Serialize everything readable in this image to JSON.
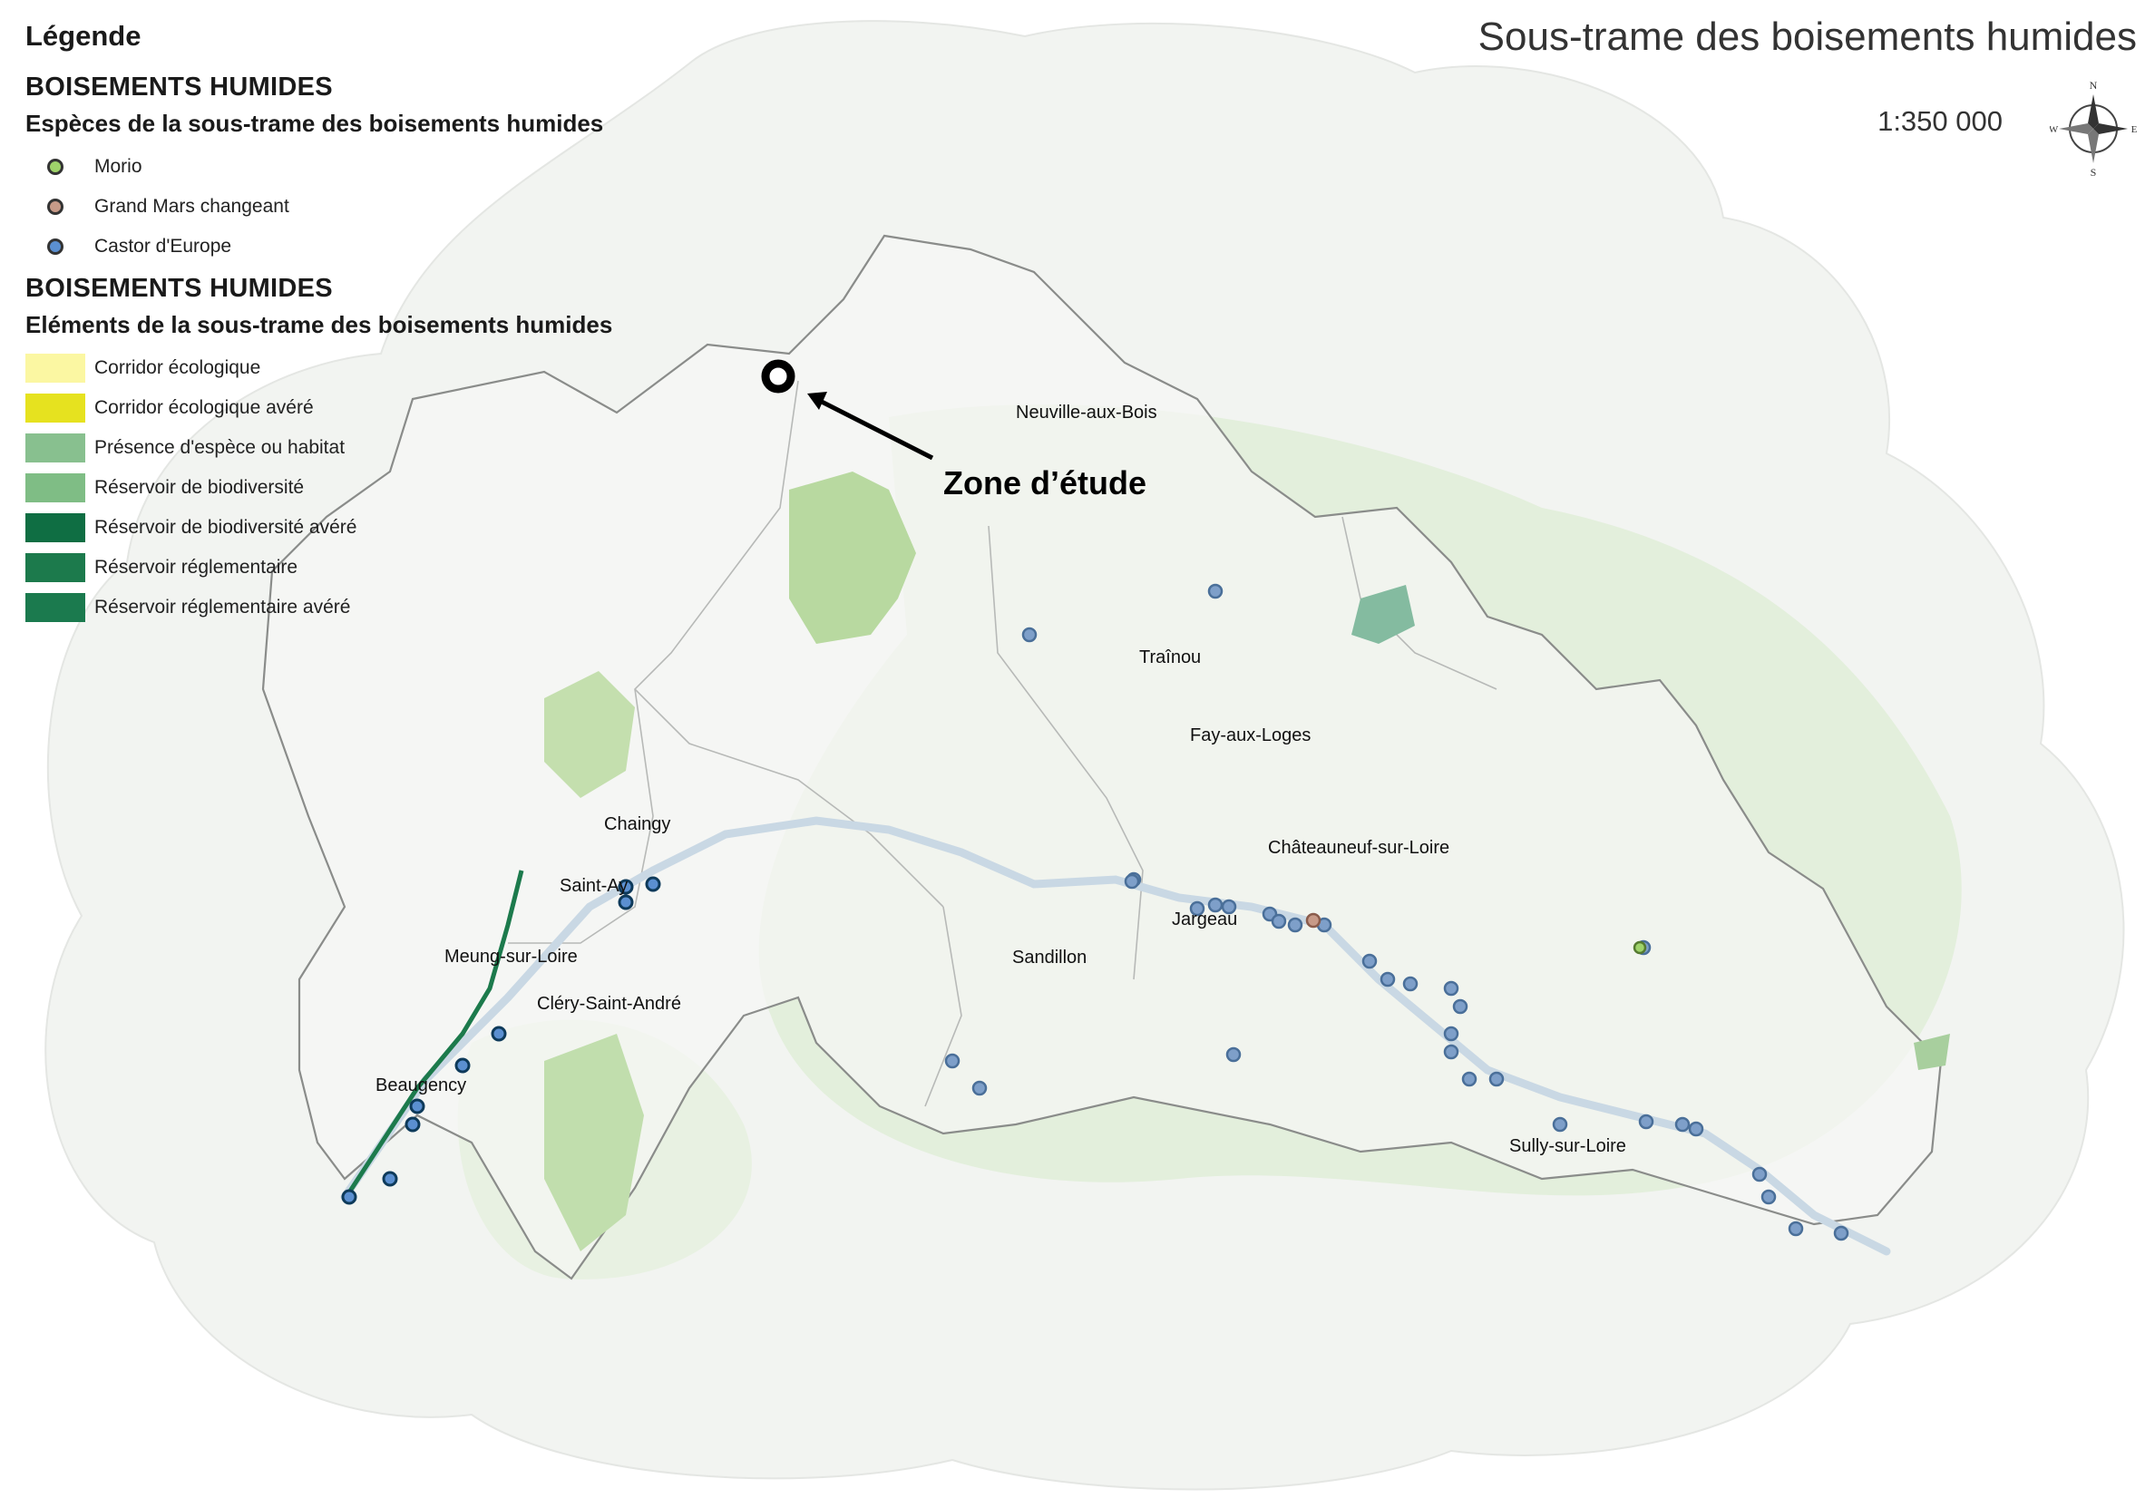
{
  "legend": {
    "heading": "Légende",
    "section1_title": "BOISEMENTS HUMIDES",
    "section1_subtitle": "Espèces de la sous-trame des boisements humides",
    "species": [
      {
        "label": "Morio",
        "color": "#9fd36a"
      },
      {
        "label": "Grand Mars changeant",
        "color": "#c79a88"
      },
      {
        "label": "Castor d'Europe",
        "color": "#5b8fd0"
      }
    ],
    "section2_title": "BOISEMENTS HUMIDES",
    "section2_subtitle": "Eléments de la sous-trame des boisements humides",
    "elements": [
      {
        "label": "Corridor écologique",
        "color": "#fbf7a2"
      },
      {
        "label": "Corridor écologique avéré",
        "color": "#e6e21f"
      },
      {
        "label": "Présence d'espèce ou habitat",
        "color": "#88c08f"
      },
      {
        "label": "Réservoir de biodiversité",
        "color": "#7fbd85"
      },
      {
        "label": "Réservoir de biodiversité avéré",
        "color": "#0f6e43"
      },
      {
        "label": "Réservoir réglementaire",
        "color": "#1c7a4c"
      },
      {
        "label": "Réservoir réglementaire avéré",
        "color": "#1b7a4e"
      }
    ]
  },
  "title": "Sous-trame des boisements humides",
  "scale": "1:350 000",
  "compass": {
    "n": "N",
    "s": "S",
    "e": "E",
    "w": "W"
  },
  "study_zone_label": "Zone d’étude",
  "towns": [
    {
      "name": "Neuville-aux-Bois"
    },
    {
      "name": "Traînou"
    },
    {
      "name": "Fay-aux-Loges"
    },
    {
      "name": "Chaingy"
    },
    {
      "name": "Châteauneuf-sur-Loire"
    },
    {
      "name": "Saint-Ay"
    },
    {
      "name": "Jargeau"
    },
    {
      "name": "Meung-sur-Loire"
    },
    {
      "name": "Sandillon"
    },
    {
      "name": "Cléry-Saint-André"
    },
    {
      "name": "Beaugency"
    },
    {
      "name": "Sully-sur-Loire"
    }
  ]
}
